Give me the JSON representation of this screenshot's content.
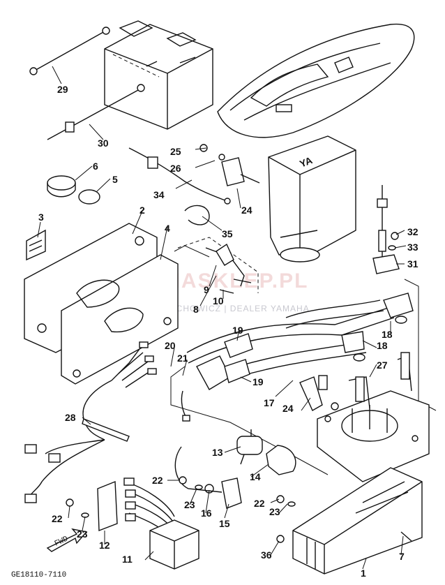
{
  "diagram": {
    "code": "GE18110-7110",
    "fwd_label": "FWD",
    "watermark": {
      "brand": "YAMASKLEP.PL",
      "dealer": "WOJCIECHOWICZ | DEALER YAMAHA"
    },
    "logo_text": "YA",
    "labels": [
      {
        "id": "p29",
        "text": "29"
      },
      {
        "id": "p30",
        "text": "30"
      },
      {
        "id": "p6",
        "text": "6"
      },
      {
        "id": "p5",
        "text": "5"
      },
      {
        "id": "p25",
        "text": "25"
      },
      {
        "id": "p26",
        "text": "26"
      },
      {
        "id": "p34",
        "text": "34"
      },
      {
        "id": "p24a",
        "text": "24"
      },
      {
        "id": "p35",
        "text": "35"
      },
      {
        "id": "p3",
        "text": "3"
      },
      {
        "id": "p2",
        "text": "2"
      },
      {
        "id": "p4",
        "text": "4"
      },
      {
        "id": "p32",
        "text": "32"
      },
      {
        "id": "p33",
        "text": "33"
      },
      {
        "id": "p31",
        "text": "31"
      },
      {
        "id": "p9",
        "text": "9"
      },
      {
        "id": "p10",
        "text": "10"
      },
      {
        "id": "p8",
        "text": "8"
      },
      {
        "id": "p19a",
        "text": "19"
      },
      {
        "id": "p18a",
        "text": "18"
      },
      {
        "id": "p18b",
        "text": "18"
      },
      {
        "id": "p20",
        "text": "20"
      },
      {
        "id": "p21",
        "text": "21"
      },
      {
        "id": "p19b",
        "text": "19"
      },
      {
        "id": "p27",
        "text": "27"
      },
      {
        "id": "p17",
        "text": "17"
      },
      {
        "id": "p24b",
        "text": "24"
      },
      {
        "id": "p28",
        "text": "28"
      },
      {
        "id": "p13",
        "text": "13"
      },
      {
        "id": "p14",
        "text": "14"
      },
      {
        "id": "p22a",
        "text": "22"
      },
      {
        "id": "p23a",
        "text": "23"
      },
      {
        "id": "p16",
        "text": "16"
      },
      {
        "id": "p15",
        "text": "15"
      },
      {
        "id": "p22b",
        "text": "22"
      },
      {
        "id": "p23b",
        "text": "23"
      },
      {
        "id": "p22c",
        "text": "22"
      },
      {
        "id": "p23c",
        "text": "23"
      },
      {
        "id": "p12",
        "text": "12"
      },
      {
        "id": "p36",
        "text": "36"
      },
      {
        "id": "p7",
        "text": "7"
      },
      {
        "id": "p11",
        "text": "11"
      },
      {
        "id": "p1",
        "text": "1"
      }
    ]
  }
}
